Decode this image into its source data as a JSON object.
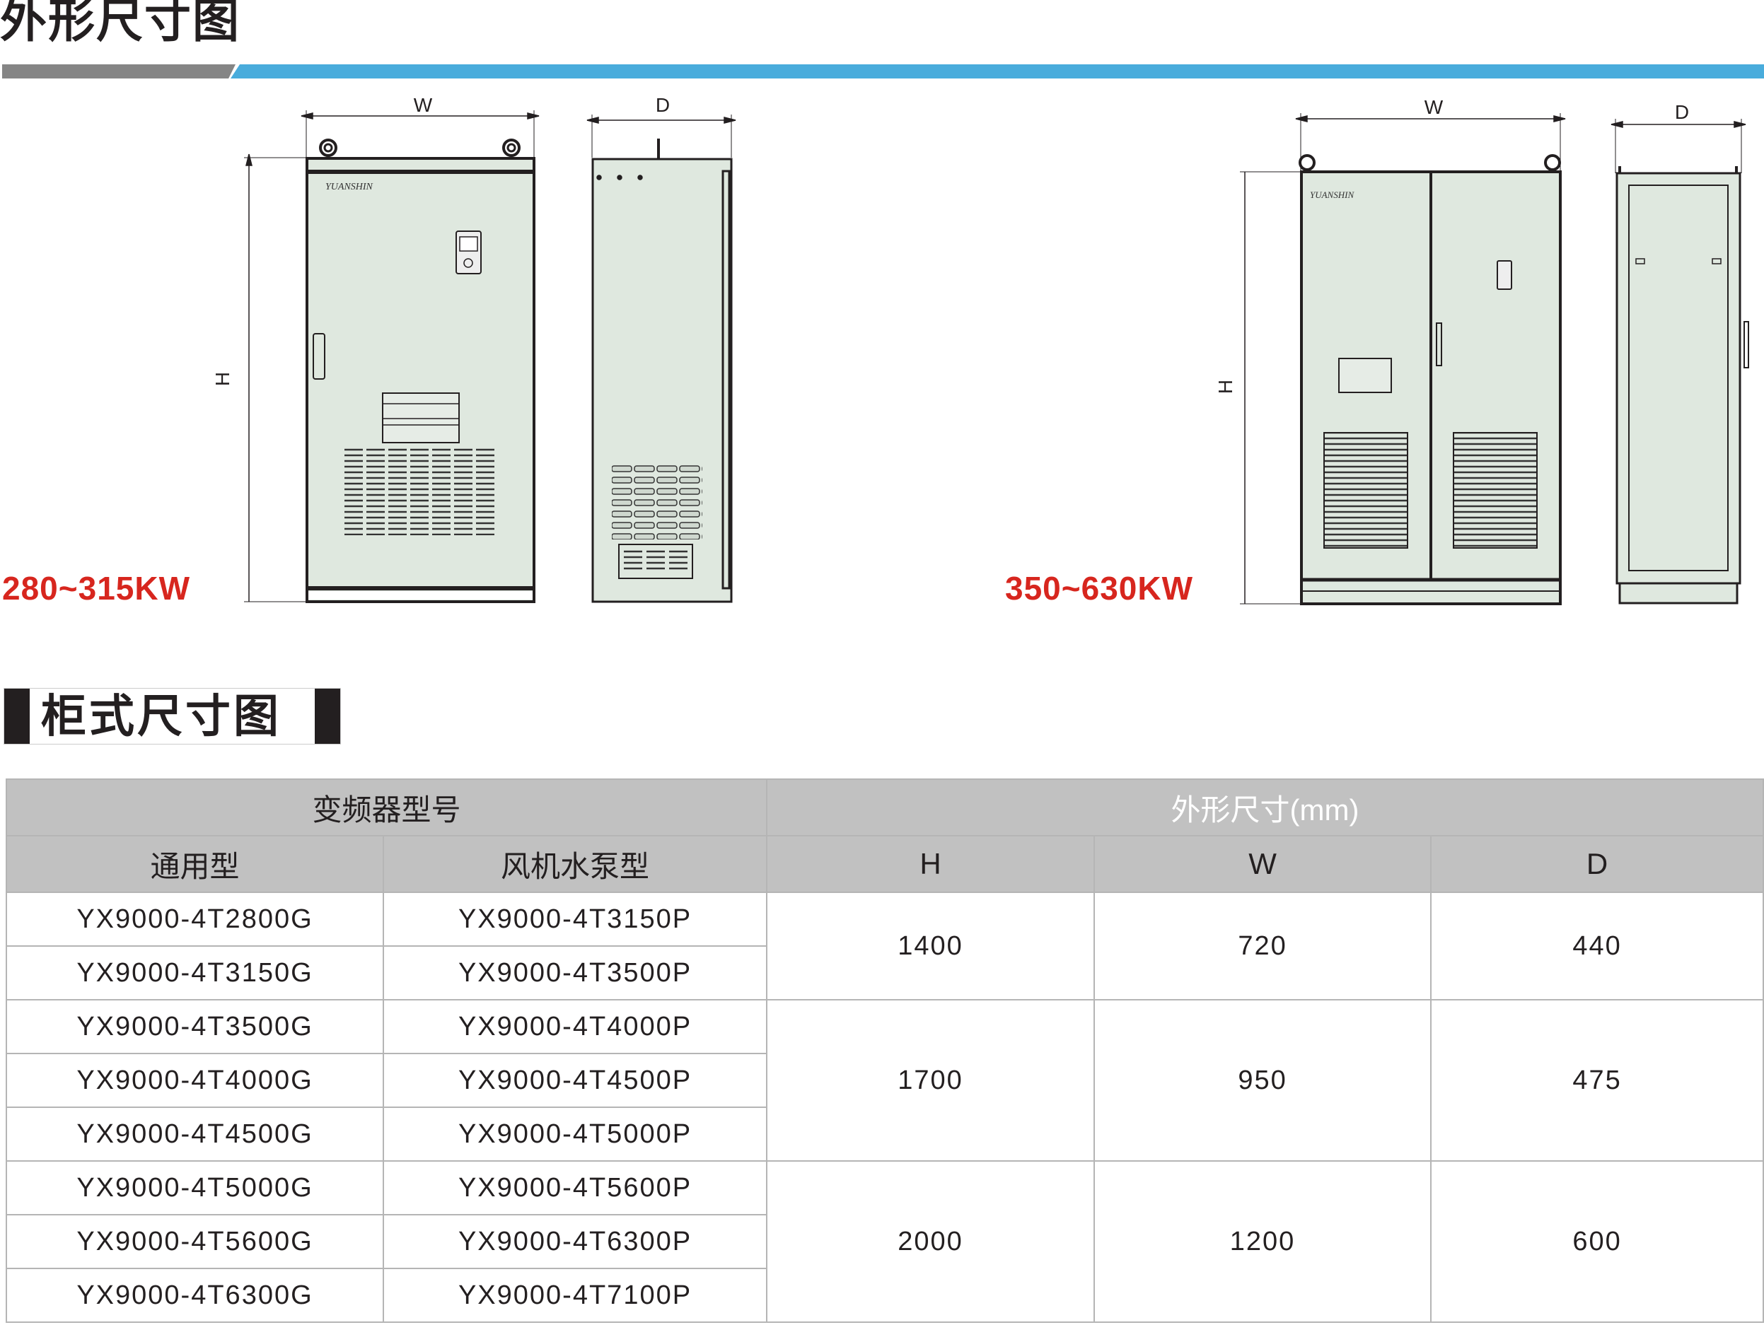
{
  "header": {
    "title": "外形尺寸图"
  },
  "drawings": {
    "small": {
      "power_range": "280~315KW",
      "w_label": "W",
      "d_label": "D",
      "h_label": "H"
    },
    "large": {
      "power_range": "350~630KW",
      "w_label": "W",
      "d_label": "D",
      "h_label": "H"
    },
    "colors": {
      "cabinet_fill": "#dfe8df",
      "outline": "#231f20",
      "accent_red": "#d7261e",
      "bar_blue": "#49acdc",
      "bar_gray": "#858585"
    }
  },
  "section2": {
    "title": "柜式尺寸图"
  },
  "table": {
    "group_model": "变频器型号",
    "group_dims": "外形尺寸(mm)",
    "col_general": "通用型",
    "col_fan_pump": "风机水泵型",
    "col_h": "H",
    "col_w": "W",
    "col_d": "D",
    "groups": [
      {
        "H": "1400",
        "W": "720",
        "D": "440",
        "rows": [
          [
            "YX9000-4T2800G",
            "YX9000-4T3150P"
          ],
          [
            "YX9000-4T3150G",
            "YX9000-4T3500P"
          ]
        ]
      },
      {
        "H": "1700",
        "W": "950",
        "D": "475",
        "rows": [
          [
            "YX9000-4T3500G",
            "YX9000-4T4000P"
          ],
          [
            "YX9000-4T4000G",
            "YX9000-4T4500P"
          ],
          [
            "YX9000-4T4500G",
            "YX9000-4T5000P"
          ]
        ]
      },
      {
        "H": "2000",
        "W": "1200",
        "D": "600",
        "rows": [
          [
            "YX9000-4T5000G",
            "YX9000-4T5600P"
          ],
          [
            "YX9000-4T5600G",
            "YX9000-4T6300P"
          ],
          [
            "YX9000-4T6300G",
            "YX9000-4T7100P"
          ]
        ]
      }
    ]
  }
}
